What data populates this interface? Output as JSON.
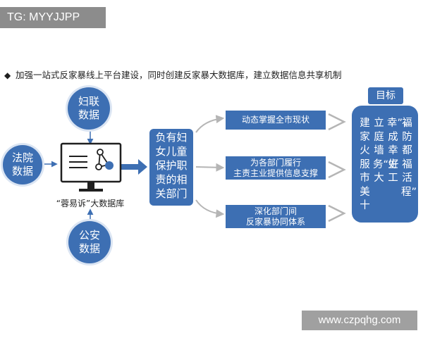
{
  "watermark_top_left": "TG: MYYJJPP",
  "watermark_bottom_right": "www.czpqhg.com",
  "heading": {
    "bullet": "◆",
    "text": "加强一站式反家暴线上平台建设，同时创建反家暴大数据库，建立数据信息共享机制"
  },
  "sources": {
    "fulian": "妇联数据",
    "court": "法院数据",
    "police": "公安数据"
  },
  "database_caption": "“蓉易诉”大数据库",
  "departments": "负有妇女儿童保护职责的相关部门",
  "outputs": [
    {
      "line1": "动态掌握全市现状",
      "line2": ""
    },
    {
      "line1": "为各部门履行",
      "line2": "主责主业提供信息支撑"
    },
    {
      "line1": "深化部门间",
      "line2": "反家暴协同体系"
    }
  ],
  "goal": {
    "label": "目标",
    "columns": [
      "建家火服市美十",
      "立庭墙务“好大",
      "幸”，成幸生工",
      "福防都福活程”"
    ]
  },
  "colors": {
    "primary": "#3d6fb3",
    "arrow_gray": "#b5b5b5"
  }
}
